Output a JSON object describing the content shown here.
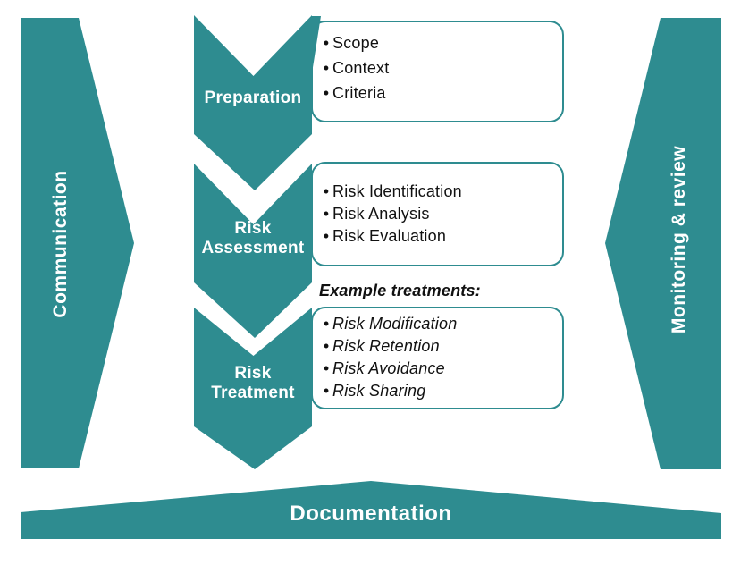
{
  "colors": {
    "teal": "#2e8c90",
    "text": "#111111",
    "white": "#ffffff"
  },
  "banners": {
    "left": {
      "label": "Communication"
    },
    "right": {
      "label": "Monitoring & review"
    },
    "bottom": {
      "label": "Documentation"
    }
  },
  "steps": [
    {
      "label_lines": [
        "Preparation"
      ],
      "items": [
        "Scope",
        "Context",
        "Criteria"
      ]
    },
    {
      "label_lines": [
        "Risk",
        "Assessment"
      ],
      "items": [
        "Risk Identification",
        "Risk Analysis",
        "Risk Evaluation"
      ]
    },
    {
      "label_lines": [
        "Risk",
        "Treatment"
      ],
      "note": "Example treatments:",
      "items": [
        "Risk Modification",
        "Risk Retention",
        "Risk Avoidance",
        "Risk Sharing"
      ]
    }
  ],
  "ui": {
    "bullet_char": "•"
  }
}
